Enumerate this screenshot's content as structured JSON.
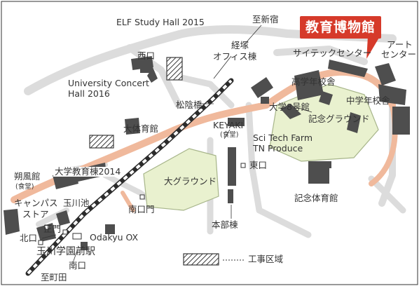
{
  "map": {
    "highlight": {
      "label": "教育博物館",
      "color": "#d63a2a"
    },
    "labels": {
      "elf_study_hall": "ELF Study Hall 2015",
      "to_shinjuku": "至新宿",
      "art_center_line1": "アート",
      "art_center_line2": "センター",
      "nishiguchi": "西口",
      "kyozuka_line1": "経塚",
      "kyozuka_line2": "オフィス棟",
      "scitec_center": "サイテックセンター",
      "concert_hall_line1": "University Concert",
      "concert_hall_line2": "Hall 2016",
      "high_school": "高学年校舎",
      "middle_school": "中学年校舎",
      "matsukage_bridge": "松陰橋",
      "building_8": "大学8号館",
      "memorial_ground": "記念グラウンド",
      "gymnasium": "大体育館",
      "keyaki": "KEYAKI",
      "keyaki_sub": "(食堂)",
      "scitech_farm_line1": "Sci Tech Farm",
      "scitech_farm_line2": "TN Produce",
      "higashiguchi": "東口",
      "sakufukan": "朔風館",
      "sakufukan_sub": "(食堂)",
      "education_building": "大学教育棟2014",
      "big_ground": "大グラウンド",
      "memorial_gym": "記念体育館",
      "campus_store_line1": "キャンパス",
      "campus_store_line2": "ストア",
      "tamagawa_pond": "玉川池",
      "minamiguchi_mon": "南口門",
      "main_building": "本部棟",
      "seimon": "正門",
      "kitaguchi": "北口",
      "odakyu_ox": "Odakyu OX",
      "station": "玉川学園前駅",
      "minamiguchi": "南口",
      "to_machida": "至町田"
    },
    "legend": {
      "construction": "工事区域"
    },
    "colors": {
      "road": "#f0b99c",
      "path": "#dcdcdc",
      "building": "#4e4e4e",
      "field": "#e9f1cf",
      "railway": "#2b2b2b"
    }
  }
}
